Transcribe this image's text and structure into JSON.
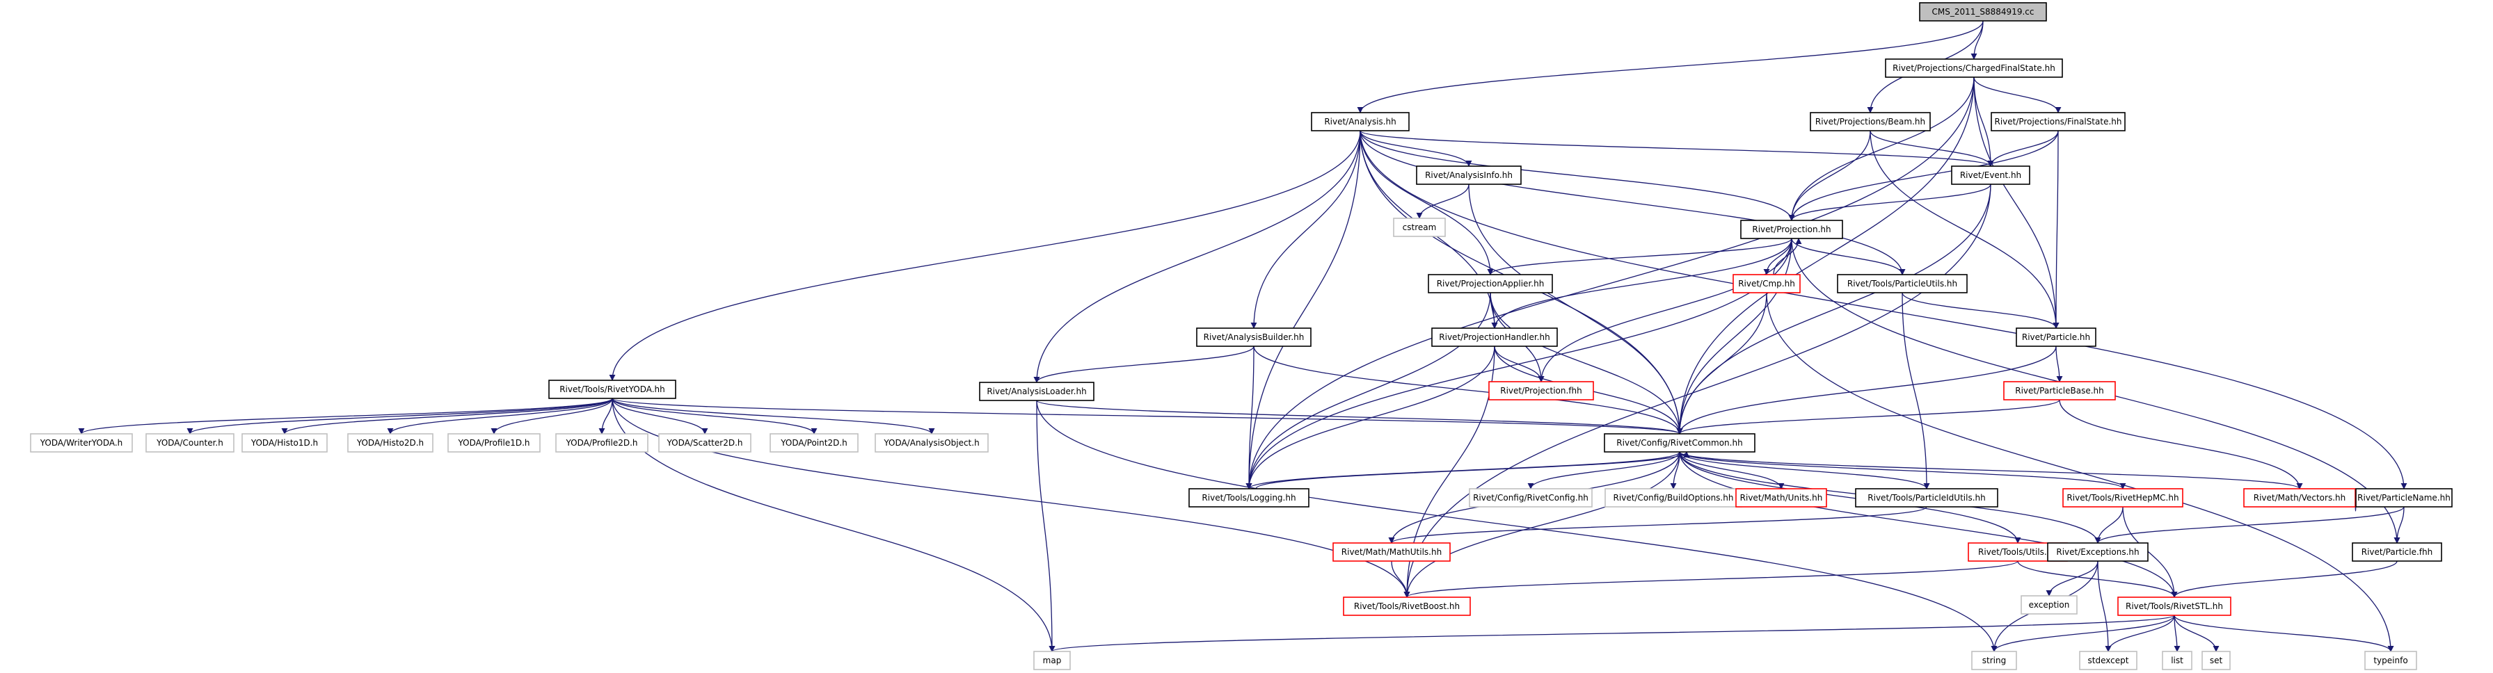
{
  "diagram": {
    "colors": {
      "root_fill": "#bfbfbf",
      "normal_border": "#000000",
      "truncated_border": "#ff0000",
      "system_border": "#bfbfbf",
      "edge": "#191970",
      "text": "#000000"
    },
    "nodes": [
      {
        "id": "root",
        "label": "CMS_2011_S8884919.cc",
        "kind": "root"
      },
      {
        "id": "cfs",
        "label": "Rivet/Projections/ChargedFinalState.hh",
        "kind": "normal"
      },
      {
        "id": "ana",
        "label": "Rivet/Analysis.hh",
        "kind": "normal"
      },
      {
        "id": "beam",
        "label": "Rivet/Projections/Beam.hh",
        "kind": "normal"
      },
      {
        "id": "fs",
        "label": "Rivet/Projections/FinalState.hh",
        "kind": "normal"
      },
      {
        "id": "ainfo",
        "label": "Rivet/AnalysisInfo.hh",
        "kind": "normal"
      },
      {
        "id": "event",
        "label": "Rivet/Event.hh",
        "kind": "normal"
      },
      {
        "id": "cstream",
        "label": "cstream",
        "kind": "system"
      },
      {
        "id": "proj",
        "label": "Rivet/Projection.hh",
        "kind": "normal"
      },
      {
        "id": "papplier",
        "label": "Rivet/ProjectionApplier.hh",
        "kind": "normal"
      },
      {
        "id": "cmp",
        "label": "Rivet/Cmp.hh",
        "kind": "truncated"
      },
      {
        "id": "putils",
        "label": "Rivet/Tools/ParticleUtils.hh",
        "kind": "normal"
      },
      {
        "id": "abuilder",
        "label": "Rivet/AnalysisBuilder.hh",
        "kind": "normal"
      },
      {
        "id": "phandler",
        "label": "Rivet/ProjectionHandler.hh",
        "kind": "normal"
      },
      {
        "id": "particle",
        "label": "Rivet/Particle.hh",
        "kind": "normal"
      },
      {
        "id": "ryoda",
        "label": "Rivet/Tools/RivetYODA.hh",
        "kind": "normal"
      },
      {
        "id": "aloader",
        "label": "Rivet/AnalysisLoader.hh",
        "kind": "normal"
      },
      {
        "id": "projfhh",
        "label": "Rivet/Projection.fhh",
        "kind": "truncated"
      },
      {
        "id": "pbase",
        "label": "Rivet/ParticleBase.hh",
        "kind": "truncated"
      },
      {
        "id": "ywriter",
        "label": "YODA/WriterYODA.h",
        "kind": "system"
      },
      {
        "id": "ycounter",
        "label": "YODA/Counter.h",
        "kind": "system"
      },
      {
        "id": "yh1",
        "label": "YODA/Histo1D.h",
        "kind": "system"
      },
      {
        "id": "yh2",
        "label": "YODA/Histo2D.h",
        "kind": "system"
      },
      {
        "id": "yp1",
        "label": "YODA/Profile1D.h",
        "kind": "system"
      },
      {
        "id": "yp2",
        "label": "YODA/Profile2D.h",
        "kind": "system"
      },
      {
        "id": "ys2",
        "label": "YODA/Scatter2D.h",
        "kind": "system"
      },
      {
        "id": "ypt2",
        "label": "YODA/Point2D.h",
        "kind": "system"
      },
      {
        "id": "yao",
        "label": "YODA/AnalysisObject.h",
        "kind": "system"
      },
      {
        "id": "common",
        "label": "Rivet/Config/RivetCommon.hh",
        "kind": "normal"
      },
      {
        "id": "logging",
        "label": "Rivet/Tools/Logging.hh",
        "kind": "normal"
      },
      {
        "id": "rconfig",
        "label": "Rivet/Config/RivetConfig.hh",
        "kind": "system"
      },
      {
        "id": "bopts",
        "label": "Rivet/Config/BuildOptions.hh",
        "kind": "system"
      },
      {
        "id": "units",
        "label": "Rivet/Math/Units.hh",
        "kind": "truncated"
      },
      {
        "id": "pidutils",
        "label": "Rivet/Tools/ParticleIdUtils.hh",
        "kind": "normal"
      },
      {
        "id": "hepmc",
        "label": "Rivet/Tools/RivetHepMC.hh",
        "kind": "truncated"
      },
      {
        "id": "vectors",
        "label": "Rivet/Math/Vectors.hh",
        "kind": "truncated"
      },
      {
        "id": "pname",
        "label": "Rivet/ParticleName.hh",
        "kind": "normal"
      },
      {
        "id": "mathutils",
        "label": "Rivet/Math/MathUtils.hh",
        "kind": "truncated"
      },
      {
        "id": "utils",
        "label": "Rivet/Tools/Utils.hh",
        "kind": "truncated"
      },
      {
        "id": "exceptions",
        "label": "Rivet/Exceptions.hh",
        "kind": "normal"
      },
      {
        "id": "particlefhh",
        "label": "Rivet/Particle.fhh",
        "kind": "normal"
      },
      {
        "id": "exception",
        "label": "exception",
        "kind": "system"
      },
      {
        "id": "boost",
        "label": "Rivet/Tools/RivetBoost.hh",
        "kind": "truncated"
      },
      {
        "id": "stl",
        "label": "Rivet/Tools/RivetSTL.hh",
        "kind": "truncated"
      },
      {
        "id": "map",
        "label": "map",
        "kind": "system"
      },
      {
        "id": "string",
        "label": "string",
        "kind": "system"
      },
      {
        "id": "stdexcept",
        "label": "stdexcept",
        "kind": "system"
      },
      {
        "id": "list",
        "label": "list",
        "kind": "system"
      },
      {
        "id": "set",
        "label": "set",
        "kind": "system"
      },
      {
        "id": "typeinfo",
        "label": "typeinfo",
        "kind": "system"
      }
    ],
    "edges": [
      [
        "root",
        "cfs"
      ],
      [
        "root",
        "ana"
      ],
      [
        "root",
        "beam"
      ],
      [
        "cfs",
        "fs"
      ],
      [
        "cfs",
        "event"
      ],
      [
        "cfs",
        "proj"
      ],
      [
        "cfs",
        "logging"
      ],
      [
        "cfs",
        "particle"
      ],
      [
        "cfs",
        "common"
      ],
      [
        "ana",
        "ainfo"
      ],
      [
        "ana",
        "event"
      ],
      [
        "ana",
        "proj"
      ],
      [
        "ana",
        "papplier"
      ],
      [
        "ana",
        "phandler"
      ],
      [
        "ana",
        "abuilder"
      ],
      [
        "ana",
        "aloader"
      ],
      [
        "ana",
        "ryoda"
      ],
      [
        "ana",
        "common"
      ],
      [
        "ana",
        "logging"
      ],
      [
        "ana",
        "putils"
      ],
      [
        "ana",
        "pname"
      ],
      [
        "beam",
        "event"
      ],
      [
        "beam",
        "proj"
      ],
      [
        "beam",
        "particle"
      ],
      [
        "fs",
        "event"
      ],
      [
        "fs",
        "proj"
      ],
      [
        "fs",
        "particle"
      ],
      [
        "ainfo",
        "cstream"
      ],
      [
        "ainfo",
        "common"
      ],
      [
        "event",
        "proj"
      ],
      [
        "event",
        "common"
      ],
      [
        "event",
        "boost"
      ],
      [
        "proj",
        "papplier"
      ],
      [
        "proj",
        "cmp"
      ],
      [
        "proj",
        "putils"
      ],
      [
        "proj",
        "phandler"
      ],
      [
        "proj",
        "projfhh"
      ],
      [
        "proj",
        "common"
      ],
      [
        "proj",
        "logging"
      ],
      [
        "proj",
        "particlefhh"
      ],
      [
        "papplier",
        "phandler"
      ],
      [
        "papplier",
        "projfhh"
      ],
      [
        "papplier",
        "common"
      ],
      [
        "papplier",
        "logging"
      ],
      [
        "cmp",
        "proj"
      ],
      [
        "cmp",
        "common"
      ],
      [
        "cmp",
        "typeinfo"
      ],
      [
        "putils",
        "particle"
      ],
      [
        "putils",
        "pidutils"
      ],
      [
        "abuilder",
        "aloader"
      ],
      [
        "abuilder",
        "logging"
      ],
      [
        "abuilder",
        "common"
      ],
      [
        "phandler",
        "projfhh"
      ],
      [
        "phandler",
        "common"
      ],
      [
        "phandler",
        "logging"
      ],
      [
        "phandler",
        "boost"
      ],
      [
        "particle",
        "pbase"
      ],
      [
        "particle",
        "common"
      ],
      [
        "pbase",
        "common"
      ],
      [
        "pbase",
        "vectors"
      ],
      [
        "ryoda",
        "ywriter"
      ],
      [
        "ryoda",
        "ycounter"
      ],
      [
        "ryoda",
        "yh1"
      ],
      [
        "ryoda",
        "yh2"
      ],
      [
        "ryoda",
        "yp1"
      ],
      [
        "ryoda",
        "yp2"
      ],
      [
        "ryoda",
        "ys2"
      ],
      [
        "ryoda",
        "ypt2"
      ],
      [
        "ryoda",
        "yao"
      ],
      [
        "ryoda",
        "common"
      ],
      [
        "ryoda",
        "boost"
      ],
      [
        "ryoda",
        "map"
      ],
      [
        "aloader",
        "common"
      ],
      [
        "aloader",
        "map"
      ],
      [
        "aloader",
        "string"
      ],
      [
        "common",
        "logging"
      ],
      [
        "common",
        "rconfig"
      ],
      [
        "common",
        "bopts"
      ],
      [
        "common",
        "units"
      ],
      [
        "common",
        "pidutils"
      ],
      [
        "common",
        "hepmc"
      ],
      [
        "common",
        "vectors"
      ],
      [
        "common",
        "mathutils"
      ],
      [
        "common",
        "utils"
      ],
      [
        "common",
        "exceptions"
      ],
      [
        "common",
        "stl"
      ],
      [
        "common",
        "boost"
      ],
      [
        "logging",
        "common"
      ],
      [
        "mathutils",
        "boost"
      ],
      [
        "pidutils",
        "mathutils"
      ],
      [
        "utils",
        "boost"
      ],
      [
        "utils",
        "stl"
      ],
      [
        "hepmc",
        "exceptions"
      ],
      [
        "hepmc",
        "stl"
      ],
      [
        "vectors",
        "pname"
      ],
      [
        "pname",
        "exceptions"
      ],
      [
        "pname",
        "particlefhh"
      ],
      [
        "exceptions",
        "exception"
      ],
      [
        "exceptions",
        "stdexcept"
      ],
      [
        "exceptions",
        "string"
      ],
      [
        "particlefhh",
        "stl"
      ],
      [
        "stl",
        "map"
      ],
      [
        "stl",
        "string"
      ],
      [
        "stl",
        "stdexcept"
      ],
      [
        "stl",
        "list"
      ],
      [
        "stl",
        "set"
      ],
      [
        "stl",
        "typeinfo"
      ]
    ]
  }
}
